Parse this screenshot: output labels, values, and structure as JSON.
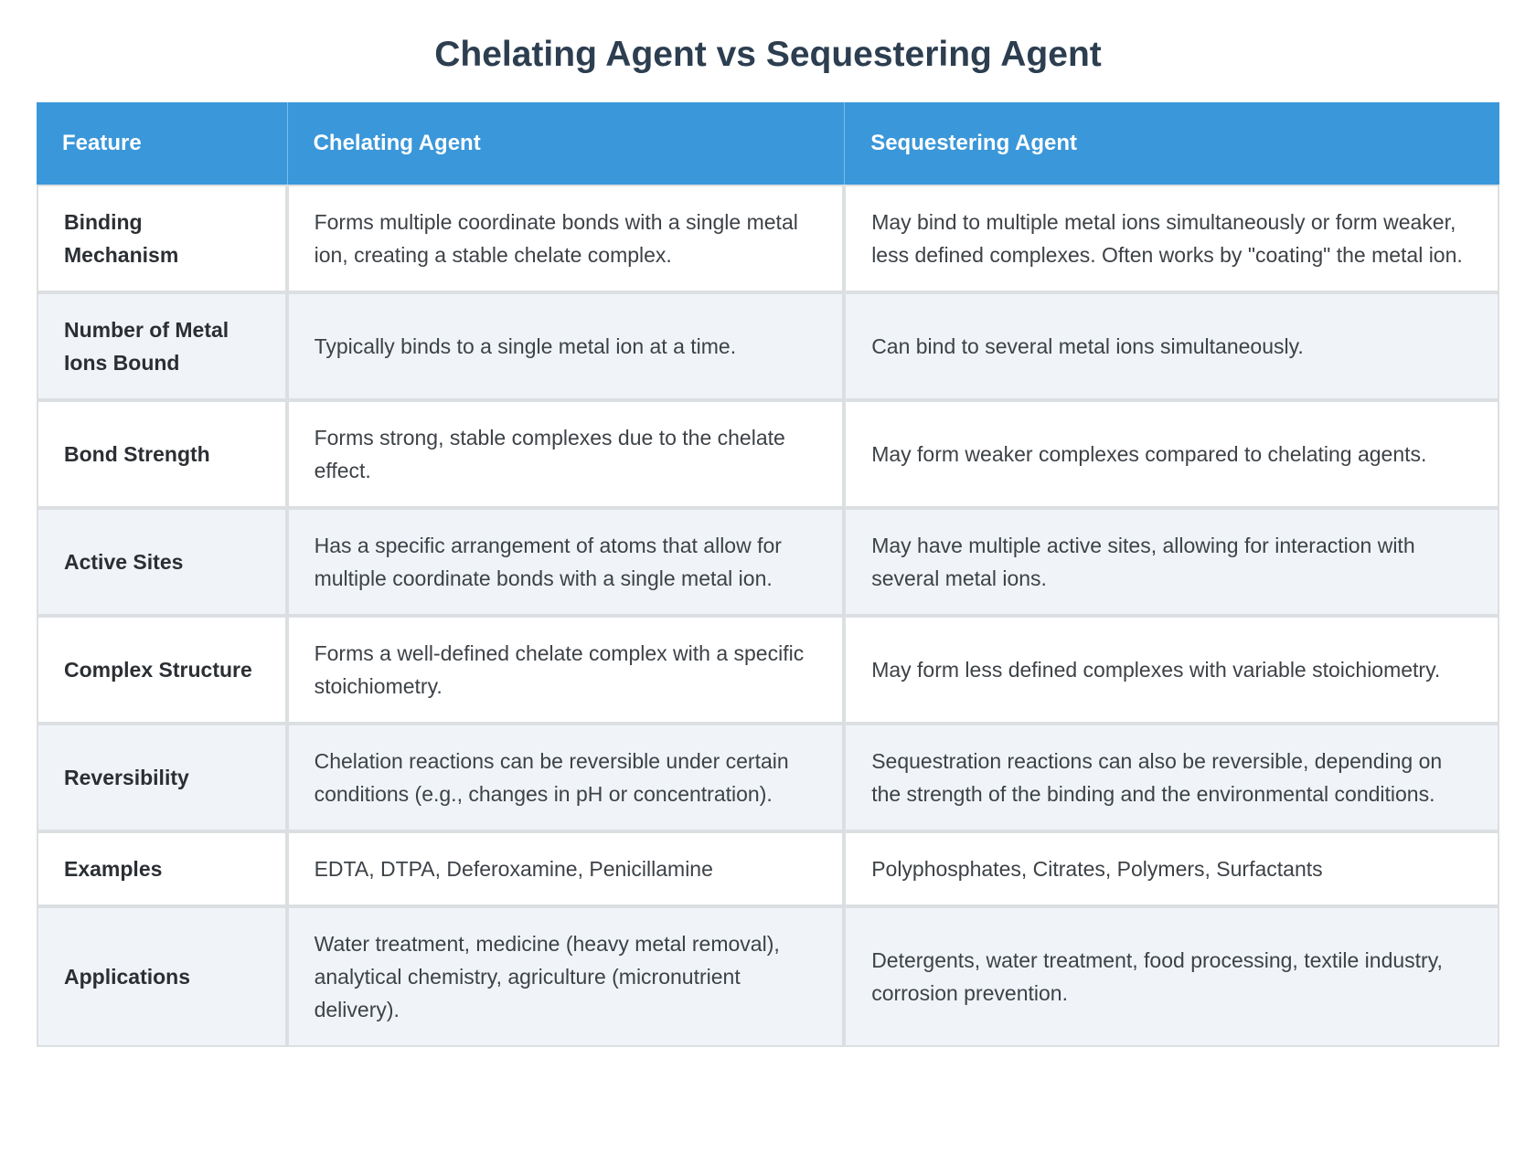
{
  "page": {
    "title": "Chelating Agent vs Sequestering Agent"
  },
  "colors": {
    "header_background": "#3a97da",
    "header_text": "#ffffff",
    "title_text": "#2c3e50",
    "row_stripe": "#f0f4f8",
    "cell_border": "#dcdfe2",
    "body_text": "#3d4247"
  },
  "table": {
    "columns": [
      "Feature",
      "Chelating Agent",
      "Sequestering Agent"
    ],
    "rows": [
      {
        "feature": "Binding Mechanism",
        "chelating": "Forms multiple coordinate bonds with a single metal ion, creating a stable chelate complex.",
        "sequestering": "May bind to multiple metal ions simultaneously or form weaker, less defined complexes. Often works by \"coating\" the metal ion."
      },
      {
        "feature": "Number of Metal Ions Bound",
        "chelating": "Typically binds to a single metal ion at a time.",
        "sequestering": "Can bind to several metal ions simultaneously."
      },
      {
        "feature": "Bond Strength",
        "chelating": "Forms strong, stable complexes due to the chelate effect.",
        "sequestering": "May form weaker complexes compared to chelating agents."
      },
      {
        "feature": "Active Sites",
        "chelating": "Has a specific arrangement of atoms that allow for multiple coordinate bonds with a single metal ion.",
        "sequestering": "May have multiple active sites, allowing for interaction with several metal ions."
      },
      {
        "feature": "Complex Structure",
        "chelating": "Forms a well-defined chelate complex with a specific stoichiometry.",
        "sequestering": "May form less defined complexes with variable stoichiometry."
      },
      {
        "feature": "Reversibility",
        "chelating": "Chelation reactions can be reversible under certain conditions (e.g., changes in pH or concentration).",
        "sequestering": "Sequestration reactions can also be reversible, depending on the strength of the binding and the environmental conditions."
      },
      {
        "feature": "Examples",
        "chelating": "EDTA, DTPA, Deferoxamine, Penicillamine",
        "sequestering": "Polyphosphates, Citrates, Polymers, Surfactants"
      },
      {
        "feature": "Applications",
        "chelating": "Water treatment, medicine (heavy metal removal), analytical chemistry, agriculture (micronutrient delivery).",
        "sequestering": "Detergents, water treatment, food processing, textile industry, corrosion prevention."
      }
    ]
  }
}
